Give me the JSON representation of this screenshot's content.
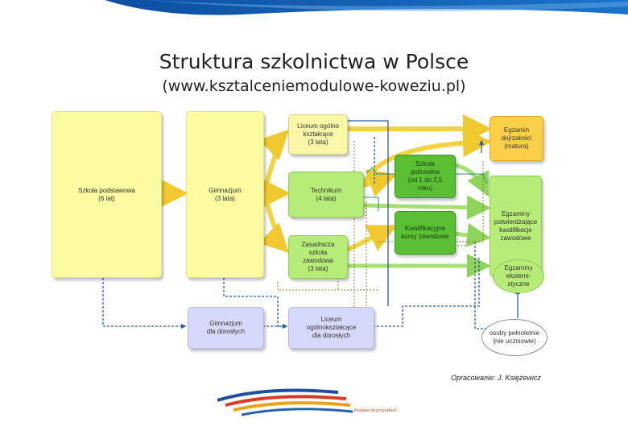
{
  "header": {
    "title": "Struktura szkolnictwa w Polsce",
    "subtitle": "(www.ksztalceniemodulowe-koweziu.pl)"
  },
  "boxes": {
    "podstawowa": "Szkoła podstawowa\n(6 lat)",
    "gimnazjum": "Gimnazjum\n(3 lata)",
    "liceum": "Liceum ogólno\nkształcące\n(3 lata)",
    "technikum": "Technikum\n(4 lata)",
    "zasadnicza": "Zasadnicza\nszkoła\nzawodowa\n(3 lata)",
    "policealna": "Szkoła\npolicealna\n(od 1 do 2,5\nroku)",
    "kursy": "Kwalifikacyjne\nkursy zawodowe",
    "matura": "Egzamin\ndojrzałości\n(matura)",
    "egz_zaw": "Egzaminy\npotwierdzające\nkwalifikacje\nzawodowe",
    "egz_eks": "Egzaminy\neksterni-\nstyczne",
    "gim_dor": "Gimnazjum\ndla dorosłych",
    "lic_dor": "Liceum\nogólnokształcące\ndla dorosłych",
    "osoby": "osoby pełnoletnie\n(nie uczniowie)"
  },
  "credit": "Opracowanie: J. Księżewicz",
  "logo_text": "Postaw na przyszłość",
  "colors": {
    "arrow_yellow": "#f4d340",
    "arrow_green": "#a6e070",
    "line_blue": "#2a60a8",
    "line_teal": "#2a8f8a"
  }
}
